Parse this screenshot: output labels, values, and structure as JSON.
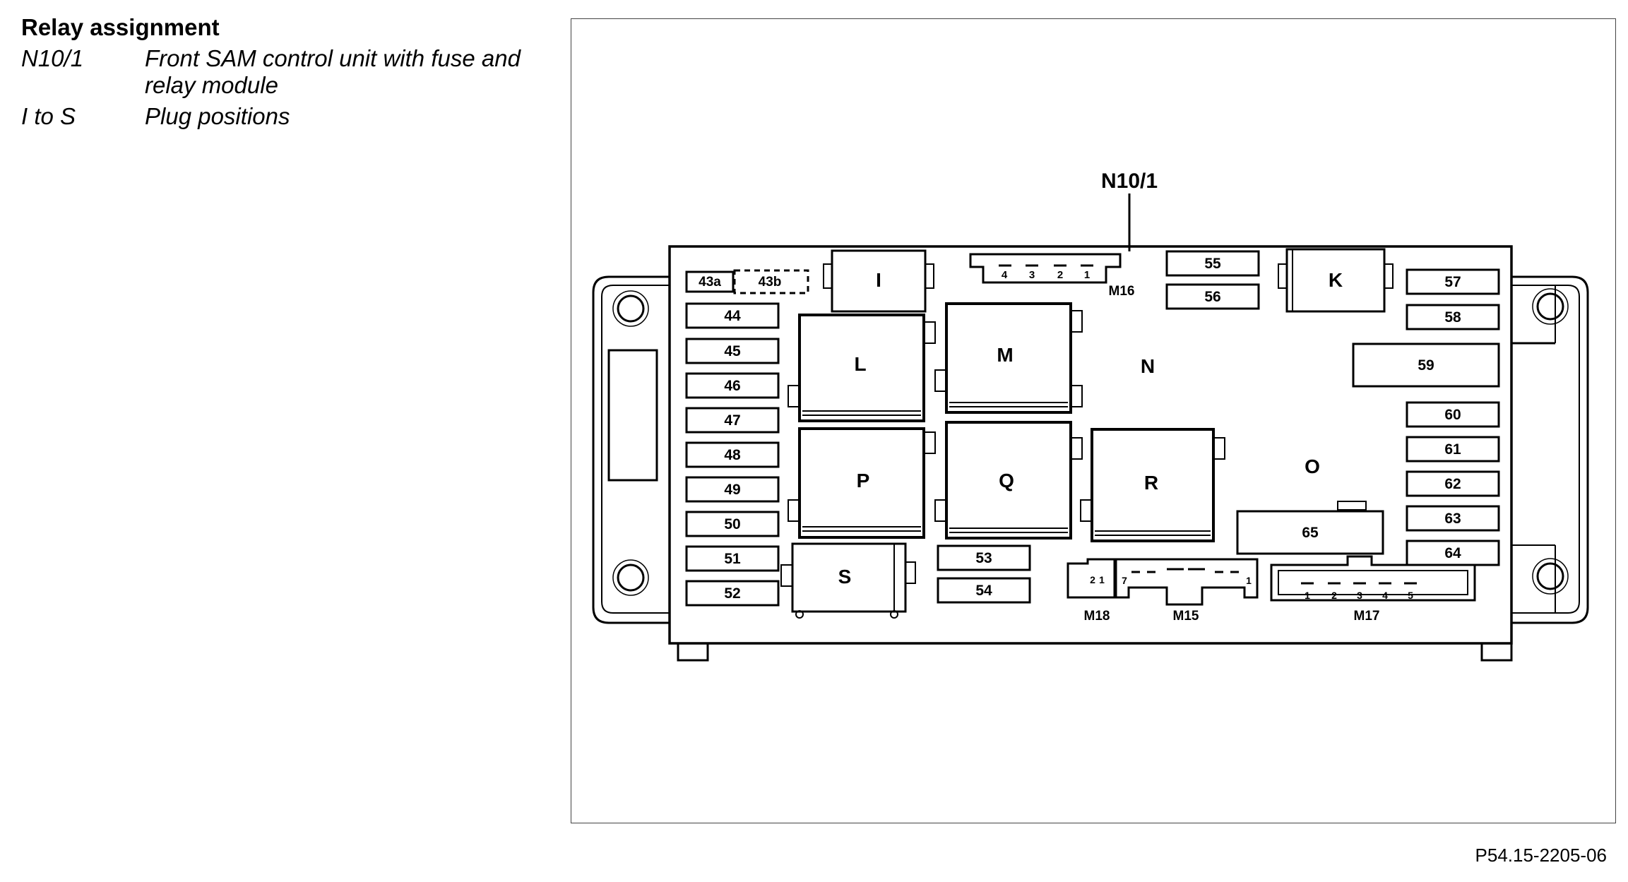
{
  "legend": {
    "title": "Relay assignment",
    "items": [
      {
        "key": "N10/1",
        "desc": "Front SAM control unit with fuse and relay module"
      },
      {
        "key": "I to S",
        "desc": "Plug positions"
      }
    ]
  },
  "diagram": {
    "callout": "N10/1",
    "fuses": {
      "f43a": "43a",
      "f43b": "43b",
      "f44": "44",
      "f45": "45",
      "f46": "46",
      "f47": "47",
      "f48": "48",
      "f49": "49",
      "f50": "50",
      "f51": "51",
      "f52": "52",
      "f53": "53",
      "f54": "54",
      "f55": "55",
      "f56": "56",
      "f57": "57",
      "f58": "58",
      "f59": "59",
      "f60": "60",
      "f61": "61",
      "f62": "62",
      "f63": "63",
      "f64": "64",
      "f65": "65"
    },
    "relays": {
      "I": "I",
      "K": "K",
      "L": "L",
      "M": "M",
      "N": "N",
      "O": "O",
      "P": "P",
      "Q": "Q",
      "R": "R",
      "S": "S"
    },
    "connectors": {
      "M16": "M16",
      "M18": "M18",
      "M15": "M15",
      "M17": "M17",
      "m16_pins": [
        "4",
        "3",
        "2",
        "1"
      ],
      "m18_pins": [
        "2",
        "1"
      ],
      "m15_pins": [
        "7",
        "1"
      ],
      "m17_pins": [
        "1",
        "2",
        "3",
        "4",
        "5"
      ]
    }
  },
  "figure_id": "P54.15-2205-06"
}
